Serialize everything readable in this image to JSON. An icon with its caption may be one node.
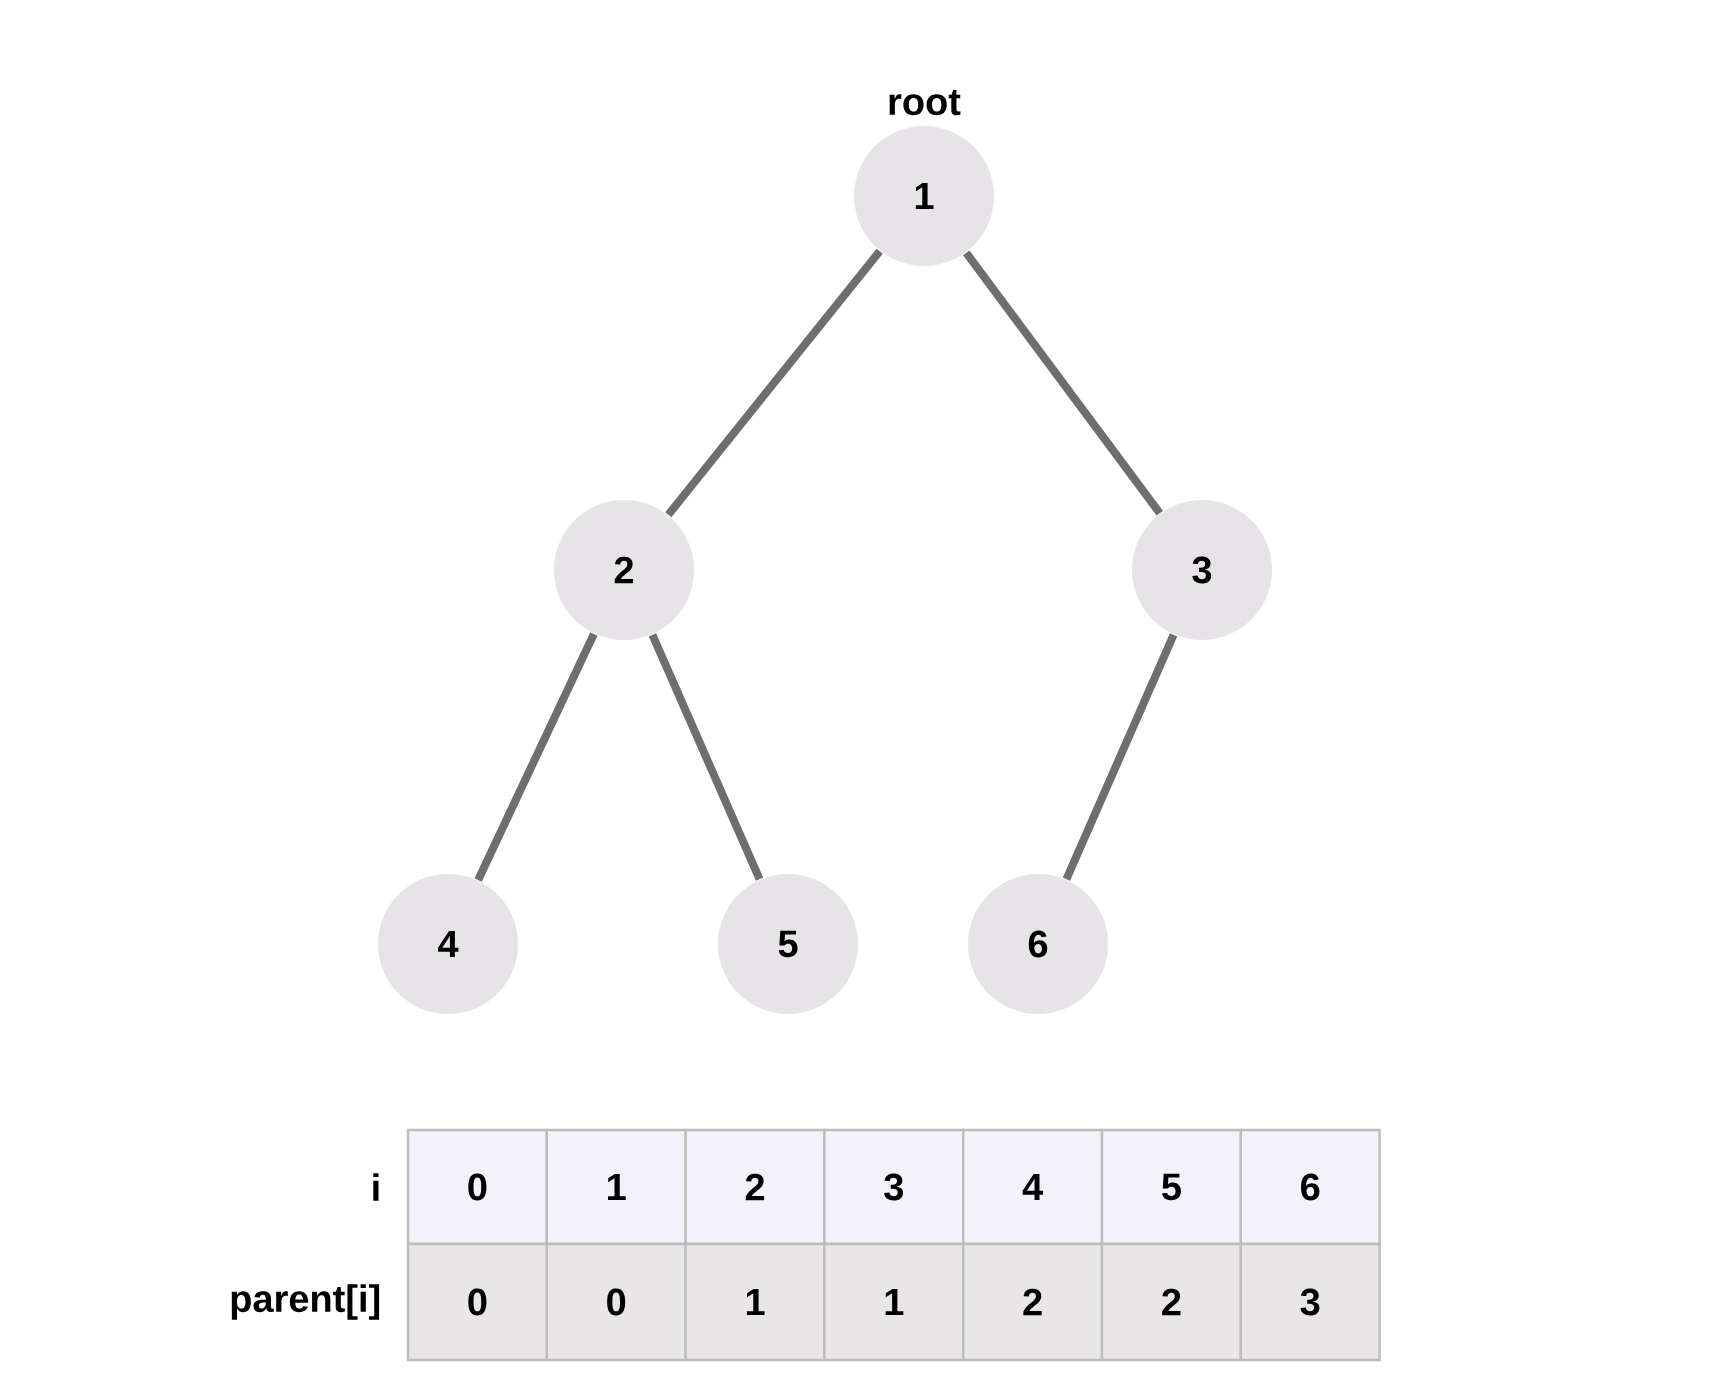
{
  "diagram": {
    "nodes": [
      {
        "text": [
          "1"
        ],
        "beside": [
          "root"
        ]
      },
      {
        "text": [
          "2"
        ]
      },
      {
        "text": [
          "3"
        ]
      },
      {
        "text": [
          "4"
        ]
      },
      {
        "text": [
          "5"
        ]
      },
      {
        "text": [
          "6"
        ]
      }
    ],
    "edges": [
      {
        "from": 0,
        "to": 1,
        "arrow": "none"
      },
      {
        "from": 0,
        "to": 2,
        "arrow": "none"
      },
      {
        "from": 1,
        "to": 3,
        "arrow": "none"
      },
      {
        "from": 1,
        "to": 4,
        "arrow": "none"
      },
      {
        "from": 2,
        "to": 5,
        "arrow": "none"
      }
    ],
    "labels": [
      "i",
      "0",
      "1",
      "2",
      "3",
      "4",
      "5",
      "6",
      "parent[i]",
      "0",
      "0",
      "1",
      "1",
      "2",
      "2",
      "3"
    ]
  }
}
